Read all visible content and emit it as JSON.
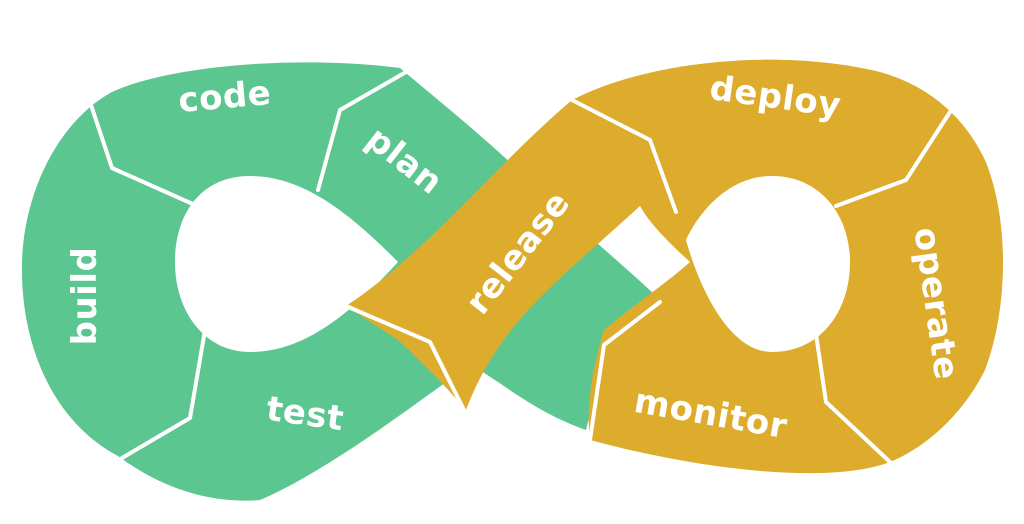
{
  "colors": {
    "dev": "#5BC68F",
    "ops": "#DDAC2D",
    "background": "#FFFFFF",
    "separator": "#FFFFFF"
  },
  "stages": {
    "code": "code",
    "plan": "plan",
    "build": "build",
    "test": "test",
    "release": "release",
    "deploy": "deploy",
    "operate": "operate",
    "monitor": "monitor"
  }
}
